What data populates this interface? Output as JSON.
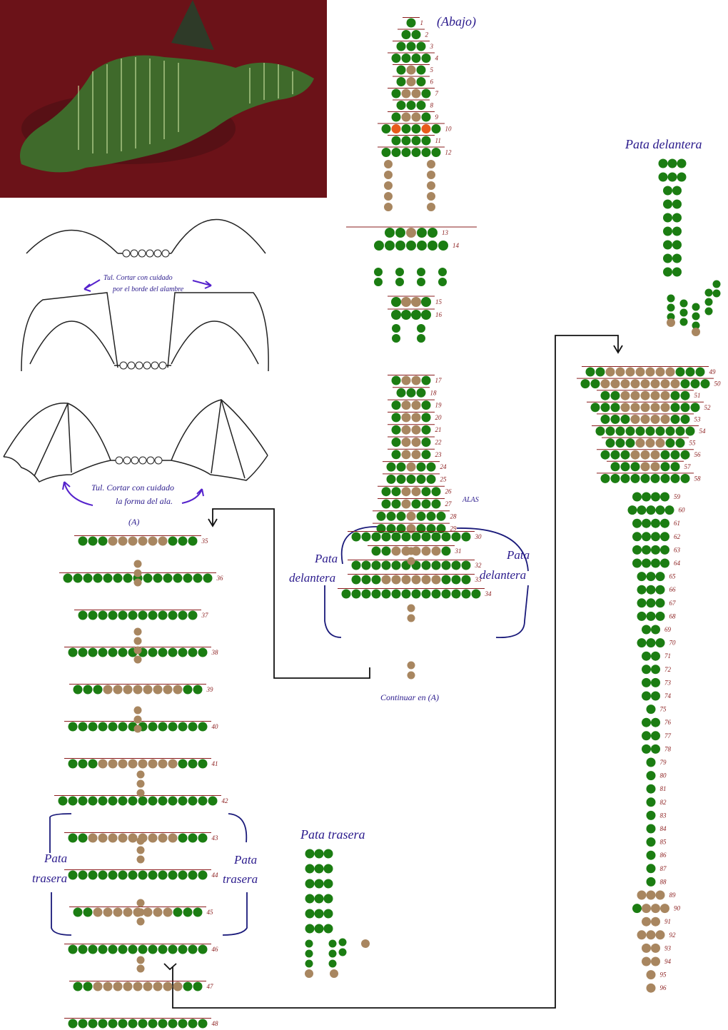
{
  "colors": {
    "green": "#1b7d12",
    "brown": "#a88660",
    "orange": "#e85a1c",
    "rule": "#8a1c1c",
    "label": "#2a1a8c",
    "photo_bg": "#6b1218"
  },
  "labels": {
    "abajo": "(Abajo)",
    "pata_delantera_top": "Pata delantera",
    "pata_left_1": "Pata",
    "pata_left_2": "delantera",
    "pata_right_1": "Pata",
    "pata_right_2": "delantera",
    "alas": "ALAS",
    "continuar": "Continuar en (A)",
    "a_marker": "(A)",
    "pata_trasera_top": "Pata trasera",
    "trasera_left_1": "Pata",
    "trasera_left_2": "trasera",
    "trasera_right_1": "Pata",
    "trasera_right_2": "trasera",
    "tul_1_line1": "Tul. Cortar con cuidado",
    "tul_1_line2": "por el borde del alambre",
    "tul_2_line1": "Tul. Cortar con cuidado",
    "tul_2_line2": "la forma del ala."
  },
  "patterns": {
    "head": [
      {
        "n": 1,
        "beads": "G"
      },
      {
        "n": 2,
        "beads": "GG"
      },
      {
        "n": 3,
        "beads": "GGG"
      },
      {
        "n": 4,
        "beads": "GGGG"
      },
      {
        "n": 5,
        "beads": "GBG"
      },
      {
        "n": 6,
        "beads": "GBG"
      },
      {
        "n": 7,
        "beads": "GBBG"
      },
      {
        "n": 8,
        "beads": "GGG"
      },
      {
        "n": 9,
        "beads": "GBBG"
      },
      {
        "n": 10,
        "beads": "GOGGOG"
      },
      {
        "n": 11,
        "beads": "GGGG"
      },
      {
        "n": 12,
        "beads": "GGGGGG"
      }
    ],
    "neck_a": [
      {
        "n": 13,
        "beads": "GGBGG"
      },
      {
        "n": 14,
        "beads": "GGGGGGG"
      }
    ],
    "neck_b": [
      {
        "n": 15,
        "beads": "GBBG"
      },
      {
        "n": 16,
        "beads": "GGGG"
      }
    ],
    "neck_c": [
      {
        "n": 17,
        "beads": "GBBG"
      },
      {
        "n": 18,
        "beads": "GGG"
      },
      {
        "n": 19,
        "beads": "GBBG"
      },
      {
        "n": 20,
        "beads": "GBBG"
      },
      {
        "n": 21,
        "beads": "GBBG"
      },
      {
        "n": 22,
        "beads": "GBBG"
      },
      {
        "n": 23,
        "beads": "GBBG"
      },
      {
        "n": 24,
        "beads": "GGBGG"
      },
      {
        "n": 25,
        "beads": "GGGGG"
      },
      {
        "n": 26,
        "beads": "GGBBGG"
      },
      {
        "n": 27,
        "beads": "GGBGGG"
      },
      {
        "n": 28,
        "beads": "GGGBGGG"
      },
      {
        "n": 29,
        "beads": "GGGBGGG"
      }
    ],
    "body_top": [
      {
        "n": 30,
        "beads": "GGGGGGGGGGGG"
      },
      {
        "n": 31,
        "beads": "GGBBBBBG"
      },
      {
        "n": 32,
        "beads": "GGGGGGGGGGGG"
      },
      {
        "n": 33,
        "beads": "GGGBBBBBBGGG"
      },
      {
        "n": 34,
        "beads": "GGGGGGGGGGGGGG"
      }
    ],
    "body_a": [
      {
        "n": 35,
        "beads": "GGGBBBBBBGGG"
      },
      {
        "n": 36,
        "beads": "GGGGGGGGGGGGGGG"
      },
      {
        "n": 37,
        "beads": "GGGGGGGGGGGG"
      },
      {
        "n": 38,
        "beads": "GGGGGGGGGGGGGG"
      },
      {
        "n": 39,
        "beads": "GGGBBBBBBBBGG"
      },
      {
        "n": 40,
        "beads": "GGGGGGGGGGGGGG"
      },
      {
        "n": 41,
        "beads": "GGGBBBBBBBBGGG"
      },
      {
        "n": 42,
        "beads": "GGGGGGGGGGGGGGGG"
      },
      {
        "n": 43,
        "beads": "GGBBBBBBBBBGGG"
      },
      {
        "n": 44,
        "beads": "GGGGGGGGGGGGGG"
      },
      {
        "n": 45,
        "beads": "GGBBBBBBBBGGG"
      },
      {
        "n": 46,
        "beads": "GGGGGGGGGGGGGG"
      },
      {
        "n": 47,
        "beads": "GGBBBBBBBBBGG"
      },
      {
        "n": 48,
        "beads": "GGGGGGGGGGGGGG"
      }
    ],
    "tail": [
      {
        "n": 49,
        "beads": "GGBBBBBBBGGG"
      },
      {
        "n": 50,
        "beads": "GGBBBBBBBBGGG"
      },
      {
        "n": 51,
        "beads": "GGBBBBBGG"
      },
      {
        "n": 52,
        "beads": "GGGBBBBBGGG"
      },
      {
        "n": 53,
        "beads": "GGGBBBBGG"
      },
      {
        "n": 54,
        "beads": "GGGGGGGGGG"
      },
      {
        "n": 55,
        "beads": "GGGBBBGG"
      },
      {
        "n": 56,
        "beads": "GGGBBBGGG"
      },
      {
        "n": 57,
        "beads": "GGGBBGG"
      },
      {
        "n": 58,
        "beads": "GGGGGGGGG"
      },
      {
        "n": 59,
        "beads": "GGGG"
      },
      {
        "n": 60,
        "beads": "GGGGG"
      },
      {
        "n": 61,
        "beads": "GGGG"
      },
      {
        "n": 62,
        "beads": "GGGG"
      },
      {
        "n": 63,
        "beads": "GGGG"
      },
      {
        "n": 64,
        "beads": "GGGG"
      },
      {
        "n": 65,
        "beads": "GGG"
      },
      {
        "n": 66,
        "beads": "GGG"
      },
      {
        "n": 67,
        "beads": "GGG"
      },
      {
        "n": 68,
        "beads": "GGG"
      },
      {
        "n": 69,
        "beads": "GG"
      },
      {
        "n": 70,
        "beads": "GGG"
      },
      {
        "n": 71,
        "beads": "GG"
      },
      {
        "n": 72,
        "beads": "GG"
      },
      {
        "n": 73,
        "beads": "GG"
      },
      {
        "n": 74,
        "beads": "GG"
      },
      {
        "n": 75,
        "beads": "G"
      },
      {
        "n": 76,
        "beads": "GG"
      },
      {
        "n": 77,
        "beads": "GG"
      },
      {
        "n": 78,
        "beads": "GG"
      },
      {
        "n": 79,
        "beads": "G"
      },
      {
        "n": 80,
        "beads": "G"
      },
      {
        "n": 81,
        "beads": "G"
      },
      {
        "n": 82,
        "beads": "G"
      },
      {
        "n": 83,
        "beads": "G"
      },
      {
        "n": 84,
        "beads": "G"
      },
      {
        "n": 85,
        "beads": "G"
      },
      {
        "n": 86,
        "beads": "G"
      },
      {
        "n": 87,
        "beads": "G"
      },
      {
        "n": 88,
        "beads": "G"
      },
      {
        "n": 89,
        "beads": "BBB"
      },
      {
        "n": 90,
        "beads": "GBBB"
      },
      {
        "n": 91,
        "beads": "BB"
      },
      {
        "n": 92,
        "beads": "BBB"
      },
      {
        "n": 93,
        "beads": "BB"
      },
      {
        "n": 94,
        "beads": "BB"
      },
      {
        "n": 95,
        "beads": "B"
      },
      {
        "n": 96,
        "beads": "B"
      }
    ],
    "front_leg": [
      "GGG",
      "GGG",
      "GG",
      "GG",
      "GG",
      "GG",
      "GG",
      "GG",
      "GG"
    ],
    "hind_leg": [
      "GGG",
      "GGG",
      "GGG",
      "GGG",
      "GGG",
      "GGG"
    ]
  }
}
